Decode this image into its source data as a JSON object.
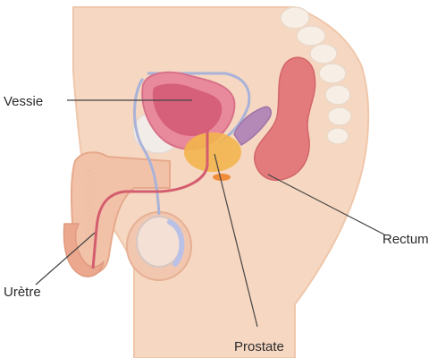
{
  "labels": {
    "bladder": "Vessie",
    "rectum": "Rectum",
    "urethra": "Urètre",
    "prostate": "Prostate"
  },
  "colors": {
    "body": "#f6d7c1",
    "body_outline": "#efc7ab",
    "spine": "#f7eee5",
    "bladder": "#e07a8f",
    "bladder_inner": "#d35f78",
    "rectum": "#e37a7c",
    "prostate": "#f3b54e",
    "seminal_vesicle": "#b489b8",
    "outline_blue": "#a9b3d9",
    "bone": "#f2ece8",
    "leader_line": "#444444"
  }
}
